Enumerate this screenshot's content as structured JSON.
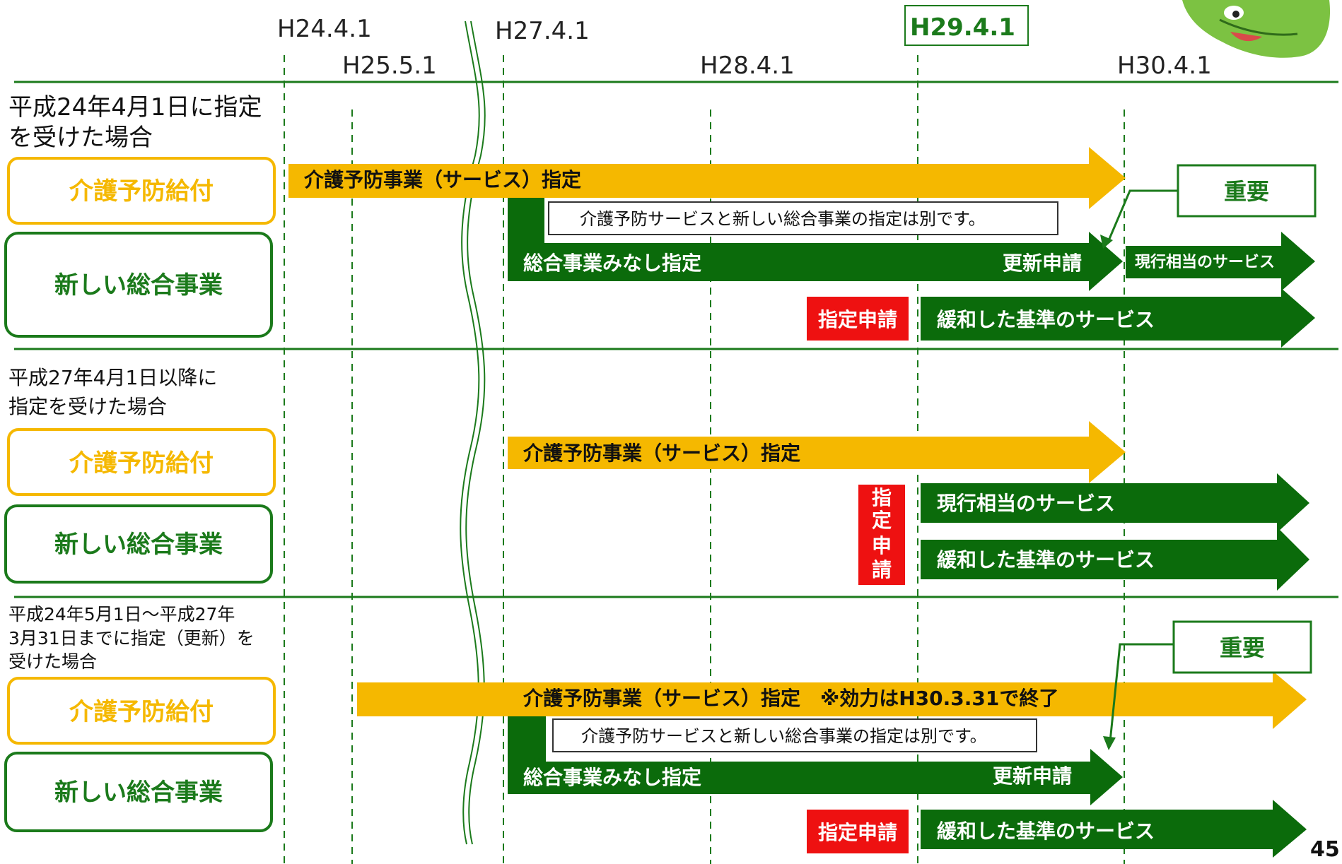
{
  "colors": {
    "green": "#1b7a1b",
    "dark_green": "#0b6b0b",
    "yellow": "#f5b800",
    "red": "#ee1111"
  },
  "dates": {
    "h24": "H24.4.1",
    "h25": "H25.5.1",
    "h27": "H27.4.1",
    "h28": "H28.4.1",
    "h29": "H29.4.1",
    "h30": "H30.4.1"
  },
  "section1": {
    "title": "平成24年4月1日に指定を受けた場合",
    "line1": "平成24年4月1日に指定",
    "line2": "を受けた場合",
    "cat_yobou": "介護予防給付",
    "cat_sougou": "新しい総合事業",
    "arrow_yobou": "介護予防事業（サービス）指定",
    "note": "介護予防サービスと新しい総合事業の指定は別です。",
    "arrow_minashi": "総合事業みなし指定",
    "koushin": "更新申請",
    "genkou": "現行相当のサービス",
    "shitei": "指定申請",
    "kanwa": "緩和した基準のサービス",
    "important": "重要"
  },
  "section2": {
    "line1": "平成27年4月1日以降に",
    "line2": "指定を受けた場合",
    "cat_yobou": "介護予防給付",
    "cat_sougou": "新しい総合事業",
    "arrow_yobou": "介護予防事業（サービス）指定",
    "shitei_chars": [
      "指",
      "定",
      "申",
      "請"
    ],
    "genkou": "現行相当のサービス",
    "kanwa": "緩和した基準のサービス"
  },
  "section3": {
    "line1": "平成24年5月1日～平成27年",
    "line2": "3月31日までに指定（更新）を",
    "line3": "受けた場合",
    "cat_yobou": "介護予防給付",
    "cat_sougou": "新しい総合事業",
    "arrow_yobou": "介護予防事業（サービス）指定　※効力はH30.3.31で終了",
    "note": "介護予防サービスと新しい総合事業の指定は別です。",
    "arrow_minashi": "総合事業みなし指定",
    "koushin": "更新申請",
    "shitei": "指定申請",
    "kanwa": "緩和した基準のサービス",
    "important": "重要"
  },
  "page_number": "45"
}
